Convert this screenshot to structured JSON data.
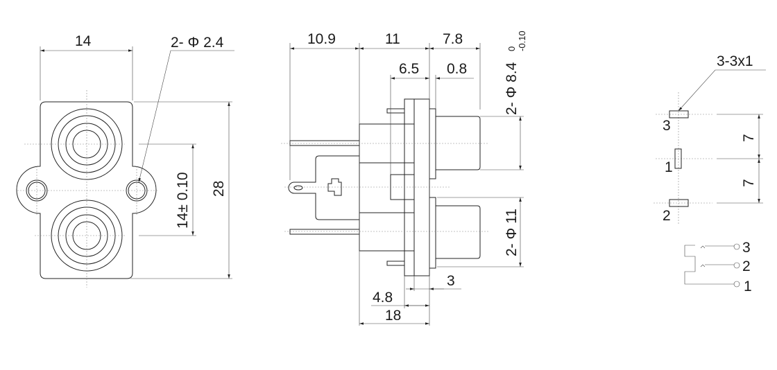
{
  "front_view": {
    "width_dim": "14",
    "hole_callout": "2- Φ 2.4",
    "height_dim": "28",
    "pitch_dim": "14± 0.10"
  },
  "side_view": {
    "dim_rear": "10.9",
    "dim_body": "11",
    "dim_jack": "7.8",
    "dim_6_5": "6.5",
    "dim_0_8": "0.8",
    "dia_small_prefix": "2- Φ 8.4",
    "dia_small_tol_upper": "0",
    "dia_small_tol_lower": "-0.10",
    "dia_large": "2- Φ 11",
    "dim_3": "3",
    "dim_4_8": "4.8",
    "dim_18": "18"
  },
  "pin_view": {
    "callout": "3-3x1",
    "pitch_top": "7",
    "pitch_bottom": "7",
    "pin_labels": [
      "3",
      "1",
      "2"
    ],
    "schematic_labels": [
      "3",
      "2",
      "1"
    ]
  },
  "colors": {
    "line": "#222222",
    "background": "#ffffff"
  }
}
